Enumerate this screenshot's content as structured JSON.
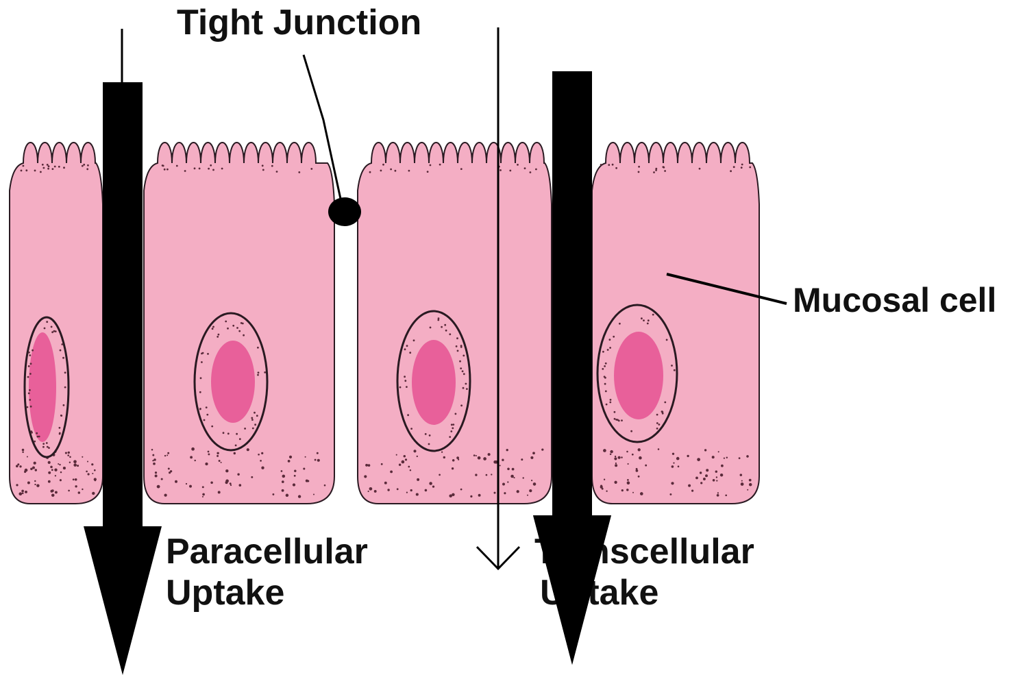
{
  "diagram": {
    "labels": {
      "tight_junction": "Tight Junction",
      "mucosal_cell": "Mucosal cell",
      "paracellular_line1": "Paracellular",
      "paracellular_line2": "Uptake",
      "transcellular_line1": "Transcellular",
      "transcellular_line2": "Uptake"
    },
    "colors": {
      "cytoplasm": "#f4aec4",
      "nucleus_inner": "#e8609a",
      "outline": "#2a1a22",
      "stipple": "#5a2a3a",
      "arrow": "#000000",
      "text": "#111111"
    }
  }
}
